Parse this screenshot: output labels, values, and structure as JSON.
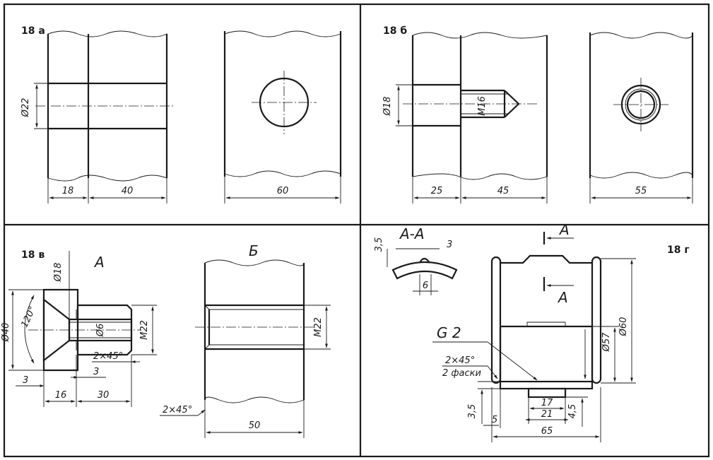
{
  "panels": {
    "p18a": {
      "title": "18 а",
      "dims": {
        "d22": "Ø22",
        "w18": "18",
        "w40": "40",
        "w60": "60"
      }
    },
    "p18b": {
      "title": "18 б",
      "dims": {
        "d18": "Ø18",
        "m16": "М16",
        "w25": "25",
        "w45": "45",
        "w55": "55"
      }
    },
    "p18v": {
      "title": "18 в",
      "view_a": "А",
      "view_b": "Б",
      "dims": {
        "d18": "Ø18",
        "d40": "Ø40",
        "ang120": "120°",
        "d6": "Ø6",
        "m22": "М22",
        "ch": "2×45°",
        "t3a": "3",
        "t3b": "3",
        "w16": "16",
        "w30": "30",
        "b_m22": "М22",
        "b_ch": "2×45°",
        "b_w50": "50"
      }
    },
    "p18g": {
      "title": "18 г",
      "section": "А-А",
      "cut_a_top": "А",
      "cut_a_bot": "А",
      "weld": "G 2",
      "dims": {
        "s35": "3,5",
        "s3": "3",
        "s6": "6",
        "ch": "2×45°",
        "ch_note": "2 фаски",
        "d57": "Ø57",
        "d60": "Ø60",
        "h35": "3,5",
        "w5": "5",
        "w17": "17",
        "w21": "21",
        "h45": "4,5",
        "w65": "65"
      }
    }
  }
}
